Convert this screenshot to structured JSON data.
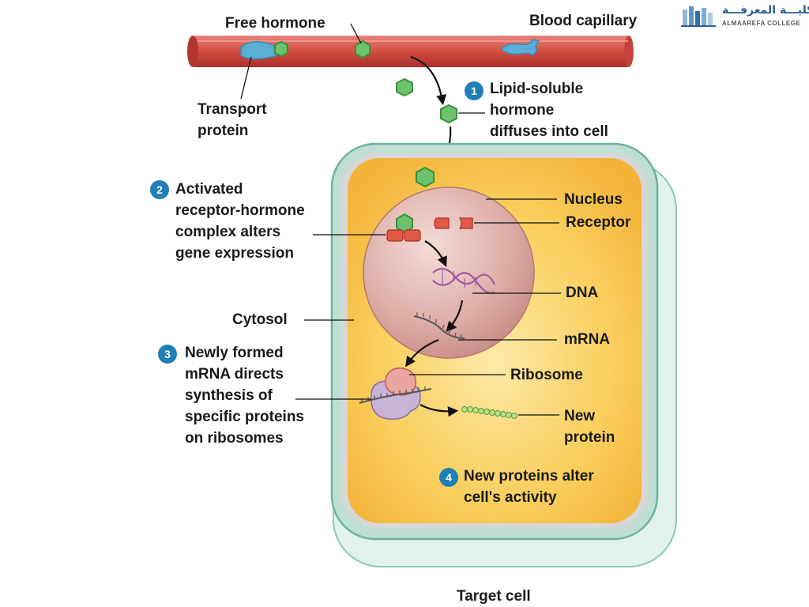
{
  "labels": {
    "free_hormone": "Free hormone",
    "blood_capillary": "Blood capillary",
    "transport_protein": [
      "Transport",
      "protein"
    ],
    "step1": [
      "Lipid-soluble",
      "hormone",
      "diffuses into cell"
    ],
    "step2": [
      "Activated",
      "receptor-hormone",
      "complex alters",
      "gene expression"
    ],
    "nucleus": "Nucleus",
    "receptor": "Receptor",
    "dna": "DNA",
    "cytosol": "Cytosol",
    "mrna": "mRNA",
    "step3": [
      "Newly formed",
      "mRNA directs",
      "synthesis of",
      "specific proteins",
      "on ribosomes"
    ],
    "ribosome": "Ribosome",
    "new_protein": [
      "New",
      "protein"
    ],
    "step4": [
      "New proteins alter",
      "cell's activity"
    ],
    "target_cell": "Target cell"
  },
  "steps": [
    "1",
    "2",
    "3",
    "4"
  ],
  "logo": {
    "arabic": "كليـــة المعرفـــة",
    "english": "ALMAAREFA COLLEGE"
  },
  "colors": {
    "capillary": "#d9534a",
    "hormone": "#5cb85c",
    "transport_protein": "#5bafd6",
    "cytoplasm": "#f7c24a",
    "nucleus": "#d9a5a0",
    "receptor": "#e05a45",
    "dna": "#a05aa0",
    "step_badge": "#1f7fb6"
  }
}
